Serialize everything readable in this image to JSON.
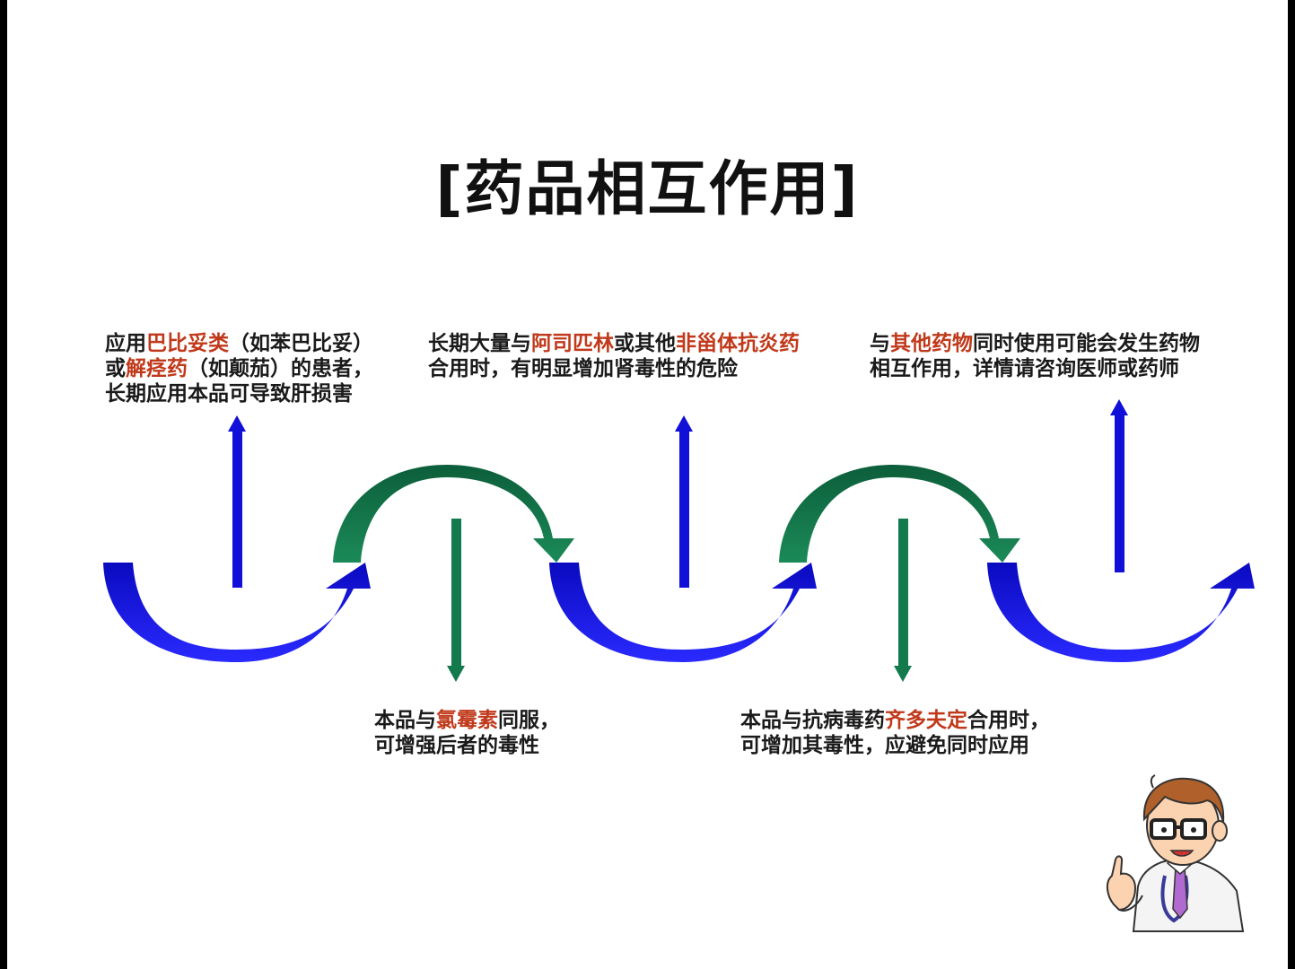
{
  "title": {
    "open": "[",
    "text": "药品相互作用",
    "close": "]"
  },
  "notes": {
    "n1": {
      "l1a": "应用",
      "l1b": "巴比妥类",
      "l1c": "（如苯巴比妥）",
      "l2a": "或",
      "l2b": "解痉药",
      "l2c": "（如颠茄）的患者，",
      "l3": "长期应用本品可导致肝损害"
    },
    "n2": {
      "l1a": "长期大量与",
      "l1b": "阿司匹林",
      "l1c": "或其他",
      "l1d": "非甾体抗炎药",
      "l2": "合用时，有明显增加肾毒性的危险"
    },
    "n3": {
      "l1a": "与",
      "l1b": "其他药物",
      "l1c": "同时使用可能会发生药物",
      "l2": "相互作用，详情请咨询医师或药师"
    },
    "n4": {
      "l1a": "本品与",
      "l1b": "氯霉素",
      "l1c": "同服，",
      "l2": "可增强后者的毒性"
    },
    "n5": {
      "l1a": "本品与抗病毒药",
      "l1b": "齐多夫定",
      "l1c": "合用时，",
      "l2": "可增加其毒性，应避免同时应用"
    }
  },
  "colors": {
    "blue": "#1010d8",
    "green": "#127a4c",
    "highlight": "#c0391b",
    "text": "#1a1a1a"
  }
}
